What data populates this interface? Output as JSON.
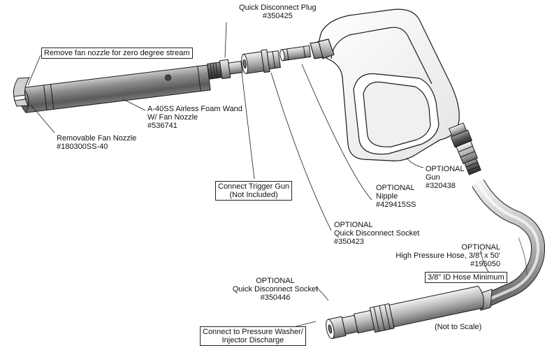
{
  "callouts": {
    "remove_fan": "Remove fan nozzle for zero degree stream",
    "qd_plug": {
      "name": "Quick Disconnect Plug",
      "part": "#350425"
    },
    "wand": {
      "line1": "A-40SS Airless Foam Wand",
      "line2": "W/ Fan Nozzle",
      "part": "#536741"
    },
    "fan_nozzle": {
      "name": "Removable Fan Nozzle",
      "part": "#180300SS-40"
    },
    "connect_trigger": {
      "line1": "Connect Trigger Gun",
      "line2": "(Not Included)"
    },
    "gun": {
      "tag": "OPTIONAL",
      "name": "Gun",
      "part": "#320438"
    },
    "nipple": {
      "tag": "OPTIONAL",
      "name": "Nipple",
      "part": "#429415SS"
    },
    "qd_socket_top": {
      "tag": "OPTIONAL",
      "name": "Quick Disconnect Socket",
      "part": "#350423"
    },
    "hose": {
      "tag": "OPTIONAL",
      "name": "High Pressure Hose, 3/8\" x 50'",
      "part": "#195050"
    },
    "hose_min": "3/8\" ID Hose Minimum",
    "qd_socket_bottom": {
      "tag": "OPTIONAL",
      "name": "Quick Disconnect Socket",
      "part": "#350446"
    },
    "connect_washer": {
      "line1": "Connect to Pressure Washer/",
      "line2": "Injector Discharge"
    },
    "not_to_scale": "(Not to Scale)"
  },
  "colors": {
    "line": "#1a1a1a",
    "metal_dark": "#6e6e6e",
    "metal_mid": "#9a9a9a",
    "metal_light": "#d6d6d6",
    "white": "#ffffff"
  }
}
